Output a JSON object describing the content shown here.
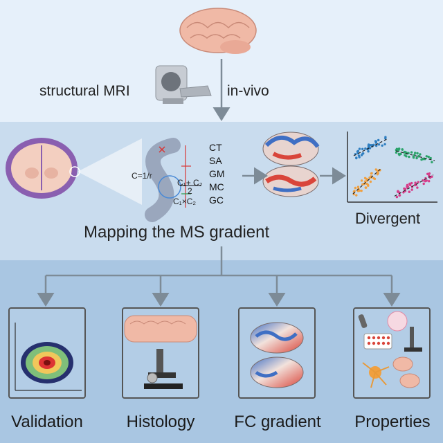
{
  "top": {
    "input_label": "structural MRI",
    "arrow_label": "in-vivo"
  },
  "middle": {
    "formulas": {
      "curvature": "C=1/r",
      "mean_numerator": "C₁+ C₂",
      "mean_denominator": "2",
      "product": "C₁×C₂"
    },
    "features": [
      "CT",
      "SA",
      "GM",
      "MC",
      "GC"
    ],
    "title": "Mapping the MS gradient",
    "divergent_label": "Divergent",
    "scatter_colors": [
      "#2f7fc1",
      "#2aa36a",
      "#f0a040",
      "#d63c8a"
    ]
  },
  "bottom": {
    "panels": [
      {
        "label": "Validation"
      },
      {
        "label": "Histology"
      },
      {
        "label": "FC gradient"
      },
      {
        "label": "Properties"
      }
    ]
  },
  "colors": {
    "brain_pink": "#f0b9a6",
    "cortex_purple": "#8a5fb0",
    "arrow_gray": "#7d8b97",
    "gradient_red": "#d9453a",
    "gradient_blue": "#3f6fc4"
  }
}
